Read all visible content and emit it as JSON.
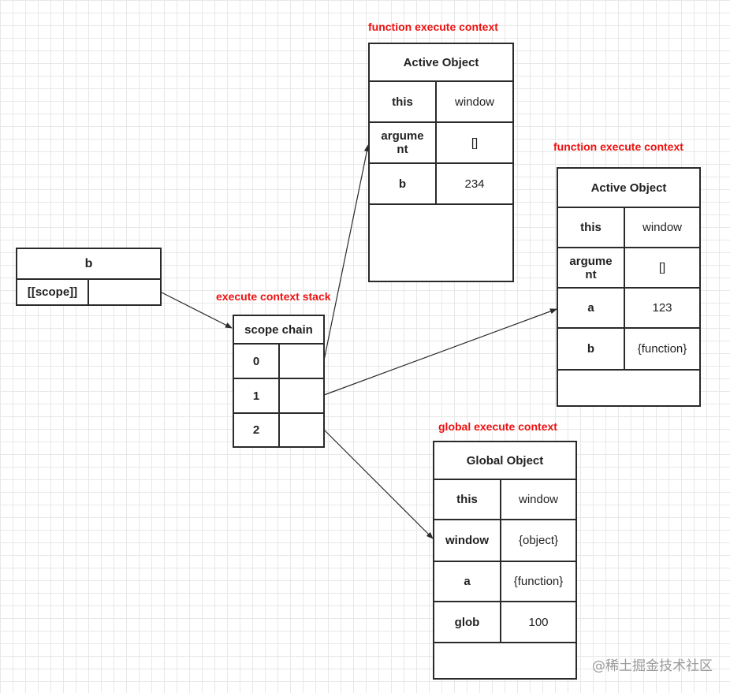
{
  "colors": {
    "caption": "#ee1111",
    "line": "#2a2a2a",
    "grid": "#e8e8e8"
  },
  "captions": {
    "fn1": "function execute context",
    "fn2": "function execute context",
    "stack": "execute context stack",
    "global": "global execute context"
  },
  "b_box": {
    "title": "b",
    "scope_label": "[[scope]]",
    "scope_value": ""
  },
  "scope_chain": {
    "title": "scope chain",
    "rows": [
      {
        "index": "0",
        "value": ""
      },
      {
        "index": "1",
        "value": ""
      },
      {
        "index": "2",
        "value": ""
      }
    ]
  },
  "ao1": {
    "title": "Active Object",
    "rows": [
      {
        "key": "this",
        "value": "window"
      },
      {
        "key": "argume\nnt",
        "value": "[]"
      },
      {
        "key": "b",
        "value": "234"
      }
    ]
  },
  "ao2": {
    "title": "Active Object",
    "rows": [
      {
        "key": "this",
        "value": "window"
      },
      {
        "key": "argume\nnt",
        "value": "[]"
      },
      {
        "key": "a",
        "value": "123"
      },
      {
        "key": "b",
        "value": "{function}"
      }
    ]
  },
  "go": {
    "title": "Global Object",
    "rows": [
      {
        "key": "this",
        "value": "window"
      },
      {
        "key": "window",
        "value": "{object}"
      },
      {
        "key": "a",
        "value": "{function}"
      },
      {
        "key": "glob",
        "value": "100"
      }
    ]
  },
  "watermark": "@稀土掘金技术社区"
}
